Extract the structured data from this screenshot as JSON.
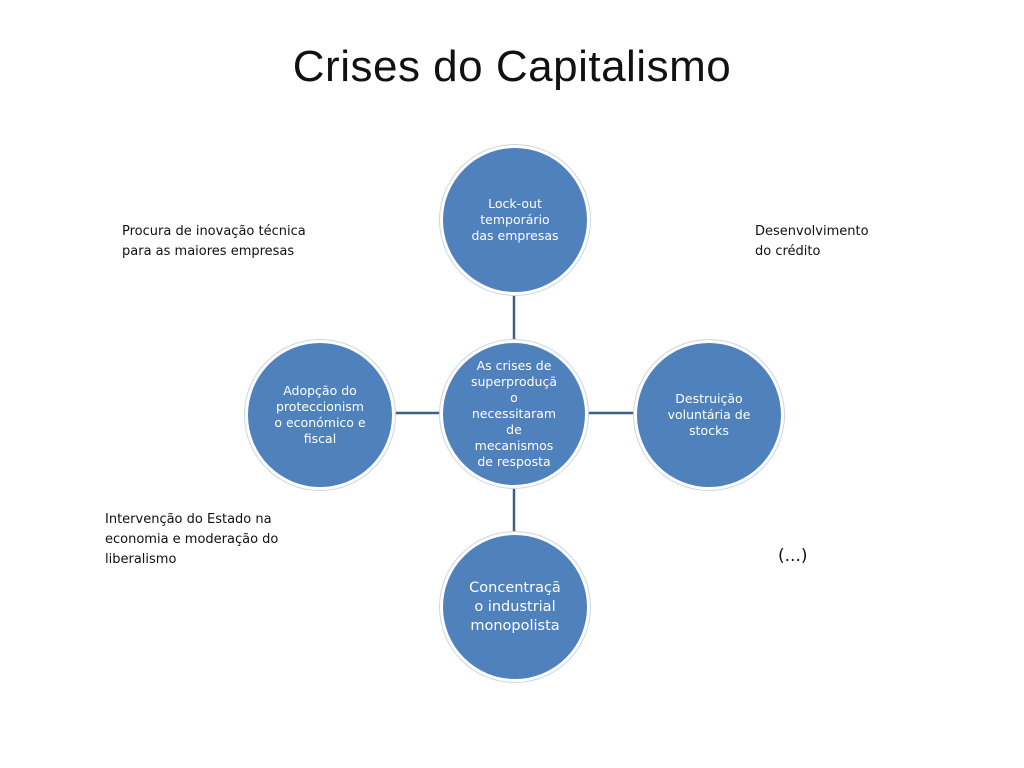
{
  "title": "Crises do Capitalismo",
  "nodes": {
    "center": "As crises de\nsuperproduçã\no\nnecessitaram\nde\nmecanismos\nde resposta",
    "top": "Lock-out\ntemporário\ndas empresas",
    "left": "Adopção do\nproteccionism\no económico e\nfiscal",
    "right": "Destruição\nvoluntária de\nstocks",
    "bottom": "Concentraçã\no industrial\nmonopolista"
  },
  "notes": {
    "top_left": "Procura de inovação técnica\npara as maiores empresas",
    "top_right": "Desenvolvimento\ndo crédito",
    "bottom_left": "Intervenção do Estado na\neconomia e moderação do\nliberalismo",
    "bottom_right": "(...)"
  },
  "colors": {
    "node_fill": "#4f81bd",
    "connector": "#3f5f86"
  }
}
